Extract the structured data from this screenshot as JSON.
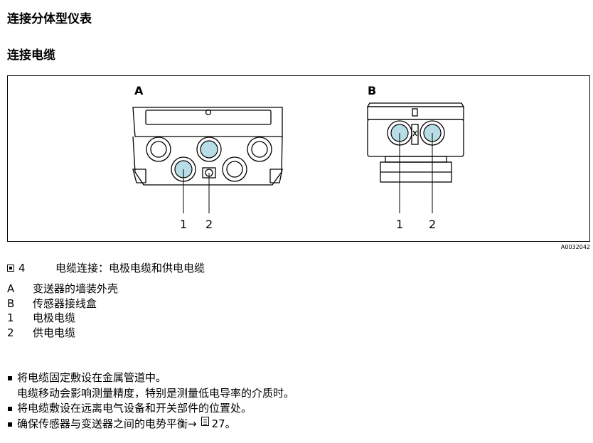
{
  "heading": "连接分体型仪表",
  "subheading": "连接电缆",
  "figure": {
    "label_a": "A",
    "label_b": "B",
    "a_callout_1": "1",
    "a_callout_2": "2",
    "b_callout_1": "1",
    "b_callout_2": "2",
    "id": "A0032042"
  },
  "caption": {
    "number": "4",
    "text": "电缆连接：电极电缆和供电电缆"
  },
  "legend": [
    {
      "key": "A",
      "text": "变送器的墙装外壳"
    },
    {
      "key": "B",
      "text": "传感器接线盒"
    },
    {
      "key": "1",
      "text": "电极电缆"
    },
    {
      "key": "2",
      "text": "供电电缆"
    }
  ],
  "bullets": {
    "b1_line1": "将电缆固定敷设在金属管道中。",
    "b1_line2": "电缆移动会影响测量精度，特别是测量低电导率的介质时。",
    "b2": "将电缆敷设在远离电气设备和开关部件的位置处。",
    "b3_text": "确保传感器与变送器之间的电势平衡→",
    "b3_page": "27。"
  }
}
